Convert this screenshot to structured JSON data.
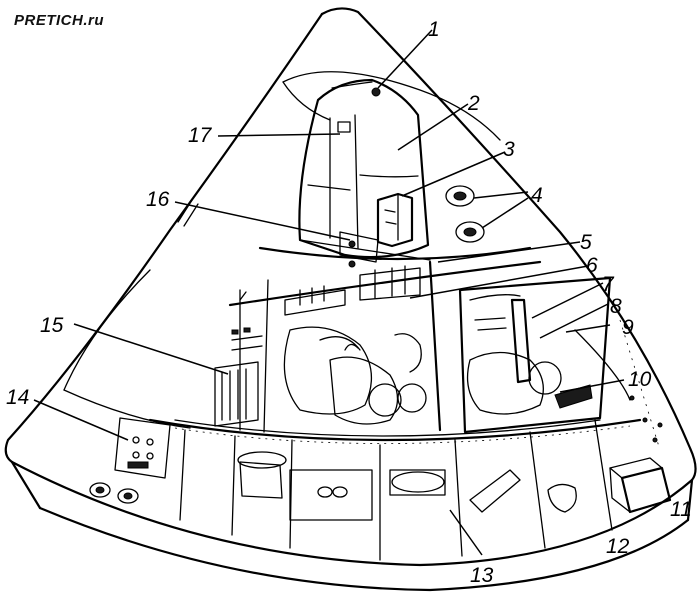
{
  "watermark": "PRETICH.ru",
  "callouts": [
    {
      "id": "1",
      "label": "1"
    },
    {
      "id": "2",
      "label": "2"
    },
    {
      "id": "3",
      "label": "3"
    },
    {
      "id": "4",
      "label": "4"
    },
    {
      "id": "5",
      "label": "5"
    },
    {
      "id": "6",
      "label": "6"
    },
    {
      "id": "7",
      "label": "7"
    },
    {
      "id": "8",
      "label": "8"
    },
    {
      "id": "9",
      "label": "9"
    },
    {
      "id": "10",
      "label": "10"
    },
    {
      "id": "11",
      "label": "11"
    },
    {
      "id": "12",
      "label": "12"
    },
    {
      "id": "13",
      "label": "13"
    },
    {
      "id": "14",
      "label": "14"
    },
    {
      "id": "15",
      "label": "15"
    },
    {
      "id": "16",
      "label": "16"
    },
    {
      "id": "17",
      "label": "17"
    }
  ],
  "colors": {
    "ink": "#000000",
    "paper": "#ffffff"
  }
}
